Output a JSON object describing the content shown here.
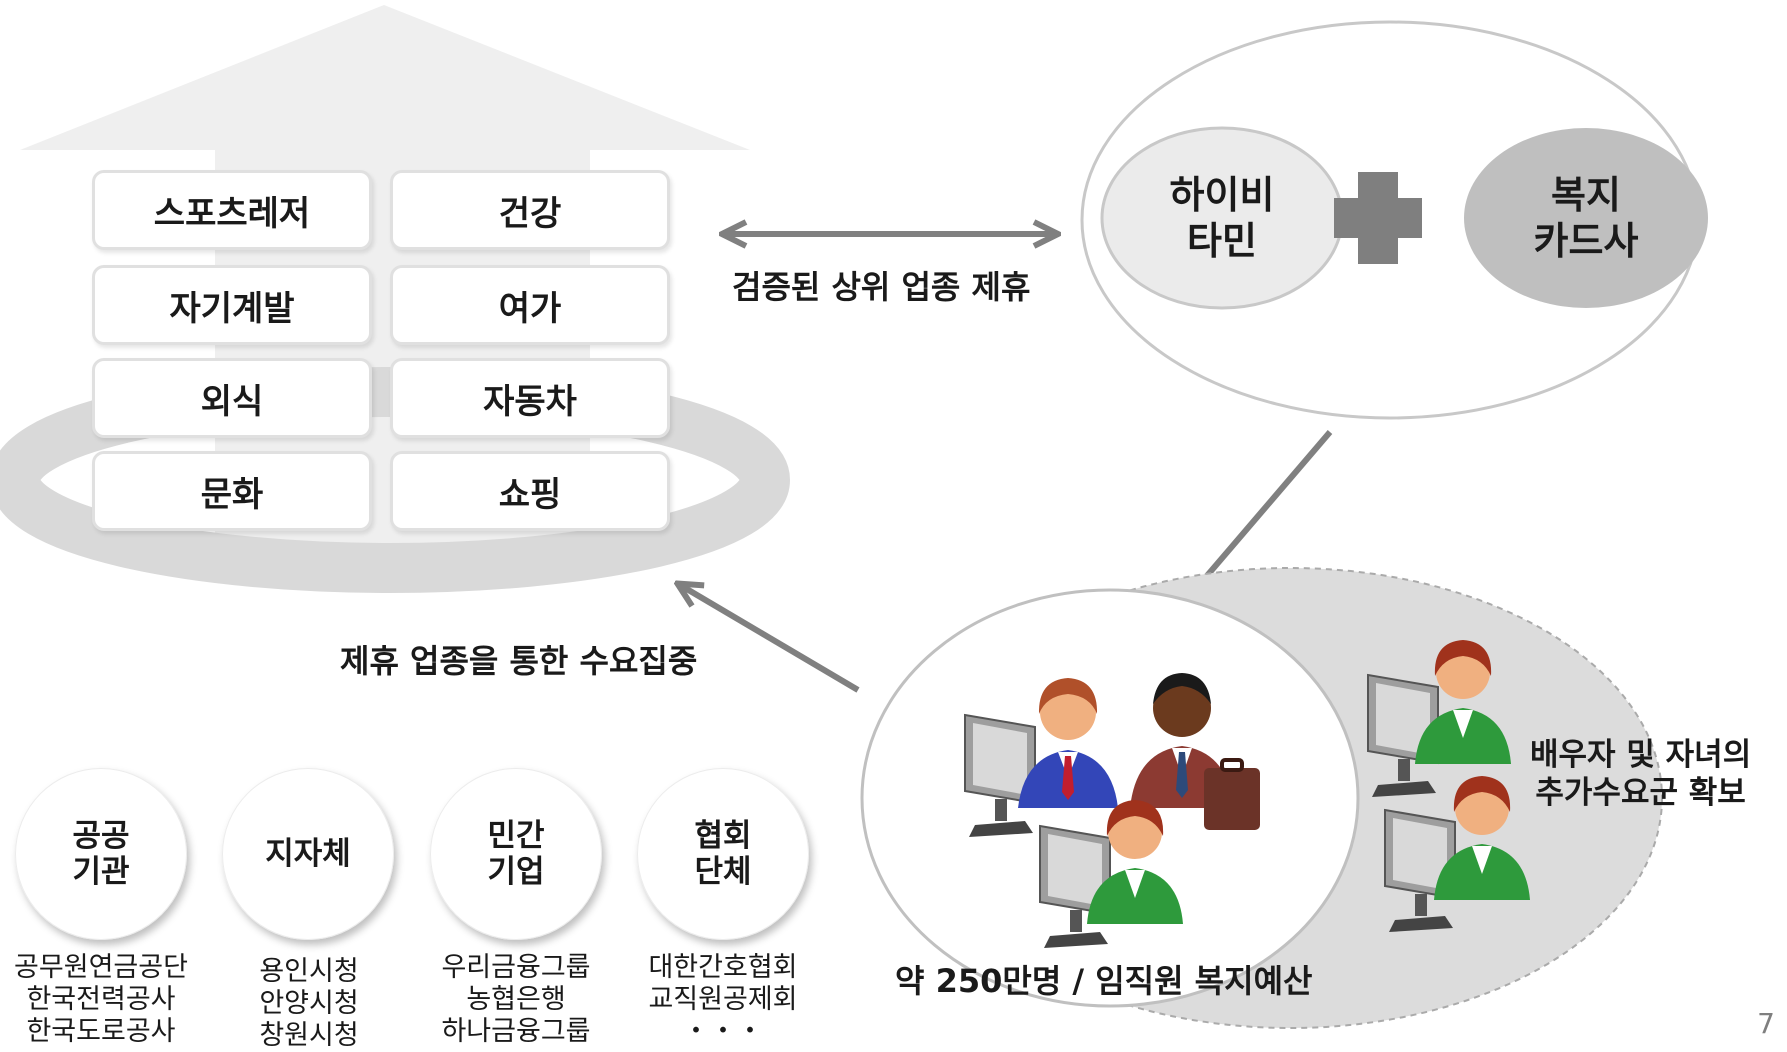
{
  "categories": [
    "스포츠레저",
    "건강",
    "자기계발",
    "여가",
    "외식",
    "자동차",
    "문화",
    "쇼핑"
  ],
  "labels": {
    "verified": "검증된 상위 업종 제휴",
    "demand": "제휴 업종을 통한 수요집중",
    "employees": "약 250만명 /  임직원 복지예산",
    "family": "배우자 및 자녀의\n추가수요군 확보"
  },
  "partners": {
    "left": "하이비\n타민",
    "right": "복지\n카드사"
  },
  "orgs": [
    {
      "title": "공공\n기관",
      "list": "공무원연금공단\n한국전력공사\n한국도로공사"
    },
    {
      "title": "지자체",
      "list": "용인시청\n안양시청\n창원시청"
    },
    {
      "title": "민간\n기업",
      "list": "우리금융그룹\n농협은행\n하나금융그룹"
    },
    {
      "title": "협회\n단체",
      "list": "대한간호협회\n교직원공제회\n・・・"
    }
  ],
  "page_number": "7",
  "colors": {
    "arrow": "#808080",
    "house": "#efefef",
    "ring": "#d9d9d9",
    "plus": "#7f7f7f",
    "partner_left": "#ebebeb",
    "partner_right": "#bfbfbf",
    "family_area": "#dcdcdc"
  },
  "icons": [
    "employee-computer-icon",
    "businessman-briefcase-icon",
    "family-computer-icon"
  ]
}
